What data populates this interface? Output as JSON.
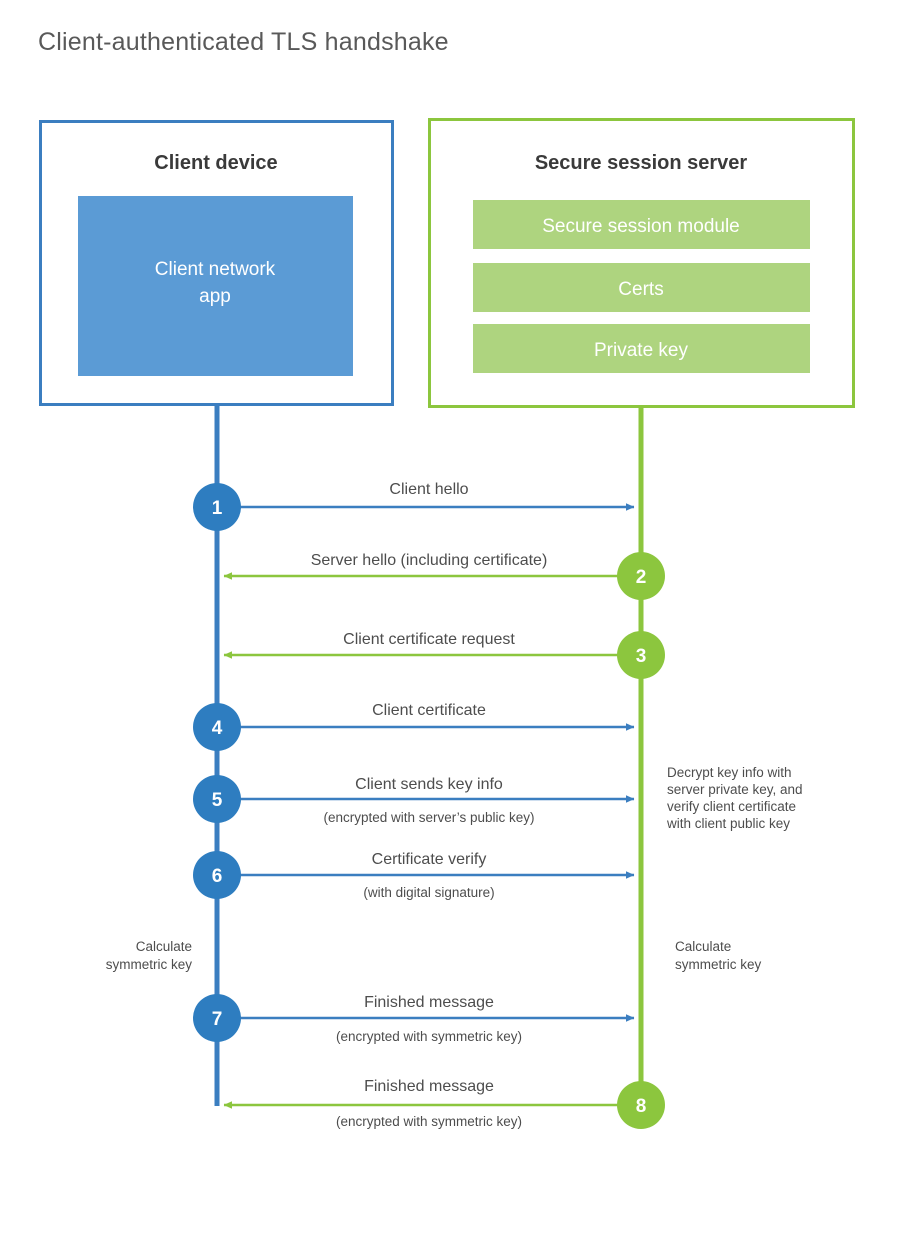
{
  "title": "Client-authenticated TLS handshake",
  "colors": {
    "blue_line": "#3B7EC0",
    "blue_circle": "#2E7DC0",
    "blue_fill": "#5B9BD5",
    "green_line": "#8CC63E",
    "green_circle": "#8CC63E",
    "green_fill": "#AED47F",
    "text": "#4d4d4d",
    "title": "#595959",
    "panel_bg": "#ffffff"
  },
  "panels": {
    "client": {
      "title": "Client device",
      "inner": [
        {
          "label": "Client network\napp",
          "line1": "Client network",
          "line2": "app"
        }
      ]
    },
    "server": {
      "title": "Secure session server",
      "inner": [
        {
          "label": "Secure session module"
        },
        {
          "label": "Certs"
        },
        {
          "label": "Private key"
        }
      ]
    }
  },
  "messages": [
    {
      "num": "1",
      "label": "Client hello",
      "sub": "",
      "direction": "client-to-server",
      "color": "blue"
    },
    {
      "num": "2",
      "label": "Server hello (including certificate)",
      "sub": "",
      "direction": "server-to-client",
      "color": "green"
    },
    {
      "num": "3",
      "label": "Client certificate request",
      "sub": "",
      "direction": "server-to-client",
      "color": "green"
    },
    {
      "num": "4",
      "label": "Client certificate",
      "sub": "",
      "direction": "client-to-server",
      "color": "blue"
    },
    {
      "num": "5",
      "label": "Client sends key info",
      "sub": "(encrypted with server’s public key)",
      "direction": "client-to-server",
      "color": "blue"
    },
    {
      "num": "6",
      "label": "Certificate verify",
      "sub": "(with digital signature)",
      "direction": "client-to-server",
      "color": "blue"
    },
    {
      "num": "7",
      "label": "Finished message",
      "sub": "(encrypted with symmetric key)",
      "direction": "client-to-server",
      "color": "blue"
    },
    {
      "num": "8",
      "label": "Finished message",
      "sub": "(encrypted with symmetric key)",
      "direction": "server-to-client",
      "color": "green"
    }
  ],
  "notes": {
    "server_decrypt": {
      "lines": [
        "Decrypt key info with",
        "server private key, and",
        "verify client certificate",
        "with client public key"
      ]
    },
    "client_calc": {
      "lines": [
        "Calculate",
        "symmetric key"
      ]
    },
    "server_calc": {
      "lines": [
        "Calculate",
        "symmetric key"
      ]
    }
  },
  "chart_data": {
    "type": "sequence-diagram",
    "title": "Client-authenticated TLS handshake",
    "participants": [
      "Client device",
      "Secure session server"
    ],
    "steps": [
      {
        "step": 1,
        "from": "Client device",
        "to": "Secure session server",
        "message": "Client hello"
      },
      {
        "step": 2,
        "from": "Secure session server",
        "to": "Client device",
        "message": "Server hello (including certificate)"
      },
      {
        "step": 3,
        "from": "Secure session server",
        "to": "Client device",
        "message": "Client certificate request"
      },
      {
        "step": 4,
        "from": "Client device",
        "to": "Secure session server",
        "message": "Client certificate"
      },
      {
        "step": 5,
        "from": "Client device",
        "to": "Secure session server",
        "message": "Client sends key info",
        "note": "(encrypted with server’s public key)"
      },
      {
        "step": 6,
        "from": "Client device",
        "to": "Secure session server",
        "message": "Certificate verify",
        "note": "(with digital signature)"
      },
      {
        "step": 7,
        "from": "Client device",
        "to": "Secure session server",
        "message": "Finished message",
        "note": "(encrypted with symmetric key)"
      },
      {
        "step": 8,
        "from": "Secure session server",
        "to": "Client device",
        "message": "Finished message",
        "note": "(encrypted with symmetric key)"
      }
    ]
  }
}
